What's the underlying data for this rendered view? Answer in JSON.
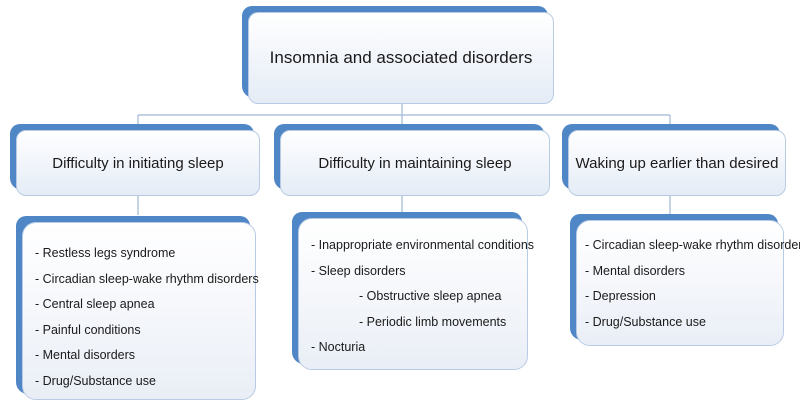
{
  "root": {
    "label": "Insomnia and associated disorders"
  },
  "categories": [
    {
      "label": "Difficulty in initiating sleep",
      "items": [
        "- Restless legs syndrome",
        "- Circadian sleep-wake rhythm disorders",
        "- Central sleep apnea",
        "- Painful conditions",
        "- Mental disorders",
        "- Drug/Substance use"
      ]
    },
    {
      "label": "Difficulty in maintaining sleep",
      "items": [
        "- Inappropriate environmental conditions",
        "- Sleep disorders",
        "- Obstructive sleep apnea",
        "- Periodic limb movements",
        "- Nocturia"
      ]
    },
    {
      "label": "Waking up earlier than desired",
      "items": [
        "- Circadian sleep-wake rhythm disorders",
        "- Mental disorders",
        "- Depression",
        "- Drug/Substance use"
      ]
    }
  ],
  "colors": {
    "accent": "#4f86c6",
    "connector": "#9fb7d6",
    "box_border": "#b9cbe4"
  }
}
